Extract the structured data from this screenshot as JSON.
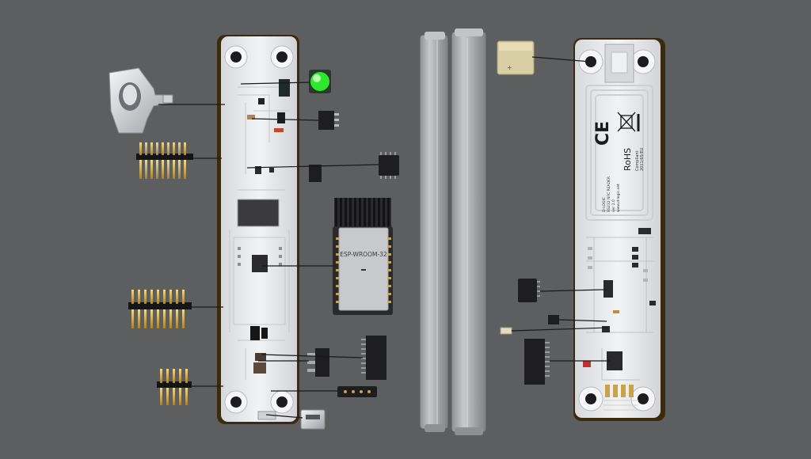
{
  "module_label": "ESP-WROOM-32",
  "logo_ce": "CE",
  "logo_rohs": "RoHS",
  "board_text": [
    "D-LOGIC",
    "RS232 NFC READER",
    "ver 2.0",
    "www.d-logic.net"
  ],
  "compliant_text": [
    "Compliant",
    "2011/65/EU"
  ],
  "polarity_mark": "+",
  "colors": {
    "background": "#5d5e60",
    "pcb_white": "#e7e8ea",
    "pcb_edge": "#3a2a10",
    "led_green": "#2ee82e",
    "buzzer": "#d9cfa4",
    "chip": "#1e1e20",
    "header_gold": "#c9a24a"
  }
}
